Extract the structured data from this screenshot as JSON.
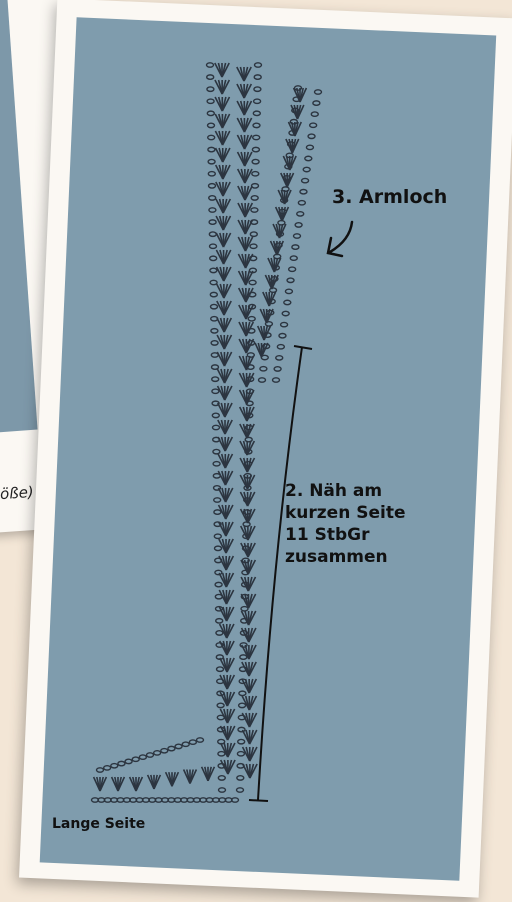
{
  "back_card": {
    "caption_fragment": "öße)"
  },
  "labels": {
    "armhole": "3. Armloch",
    "seam_line1": "2. Näh am",
    "seam_line2": "kurzen Seite",
    "seam_line3": "11 StbGr",
    "seam_line4": "zusammen",
    "long_side": "Lange Seite"
  },
  "colors": {
    "background": "#f3e6d6",
    "card": "#fbf8f3",
    "panel": "#7f9cad",
    "ink": "#111111",
    "stitch": "#2c3540"
  }
}
